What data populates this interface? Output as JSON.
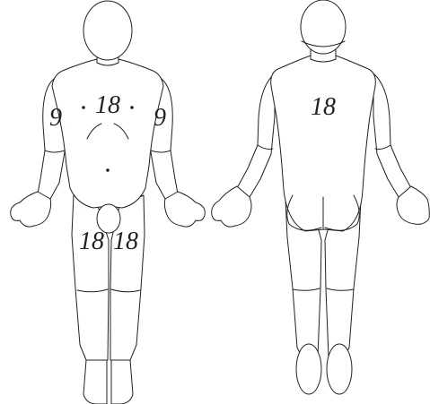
{
  "figure": {
    "front": {
      "head": "",
      "chest": "18",
      "left_arm": "9",
      "right_arm": "9",
      "left_leg": "18",
      "right_leg": "18"
    },
    "back": {
      "torso": "18"
    }
  },
  "colors": {
    "line": "#231f20",
    "fill": "#ffffff",
    "background": "#ffffff"
  }
}
